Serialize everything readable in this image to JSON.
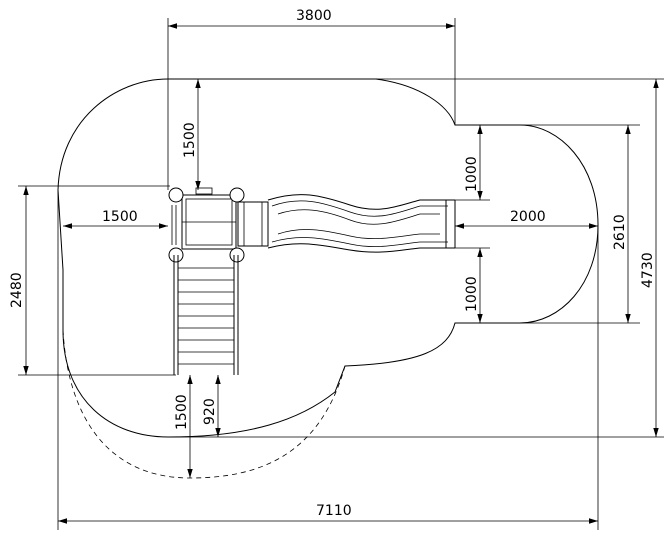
{
  "dimensions": {
    "top_width": "3800",
    "upper_left_height": "1500",
    "right_upper_gap": "1000",
    "left_offset": "1500",
    "slide_extension": "2000",
    "right_total": "2610",
    "far_right_total": "4730",
    "left_height": "2480",
    "right_lower_gap": "1000",
    "bottom_left_height": "1500",
    "bottom_inner_height": "920",
    "overall_width": "7110"
  }
}
